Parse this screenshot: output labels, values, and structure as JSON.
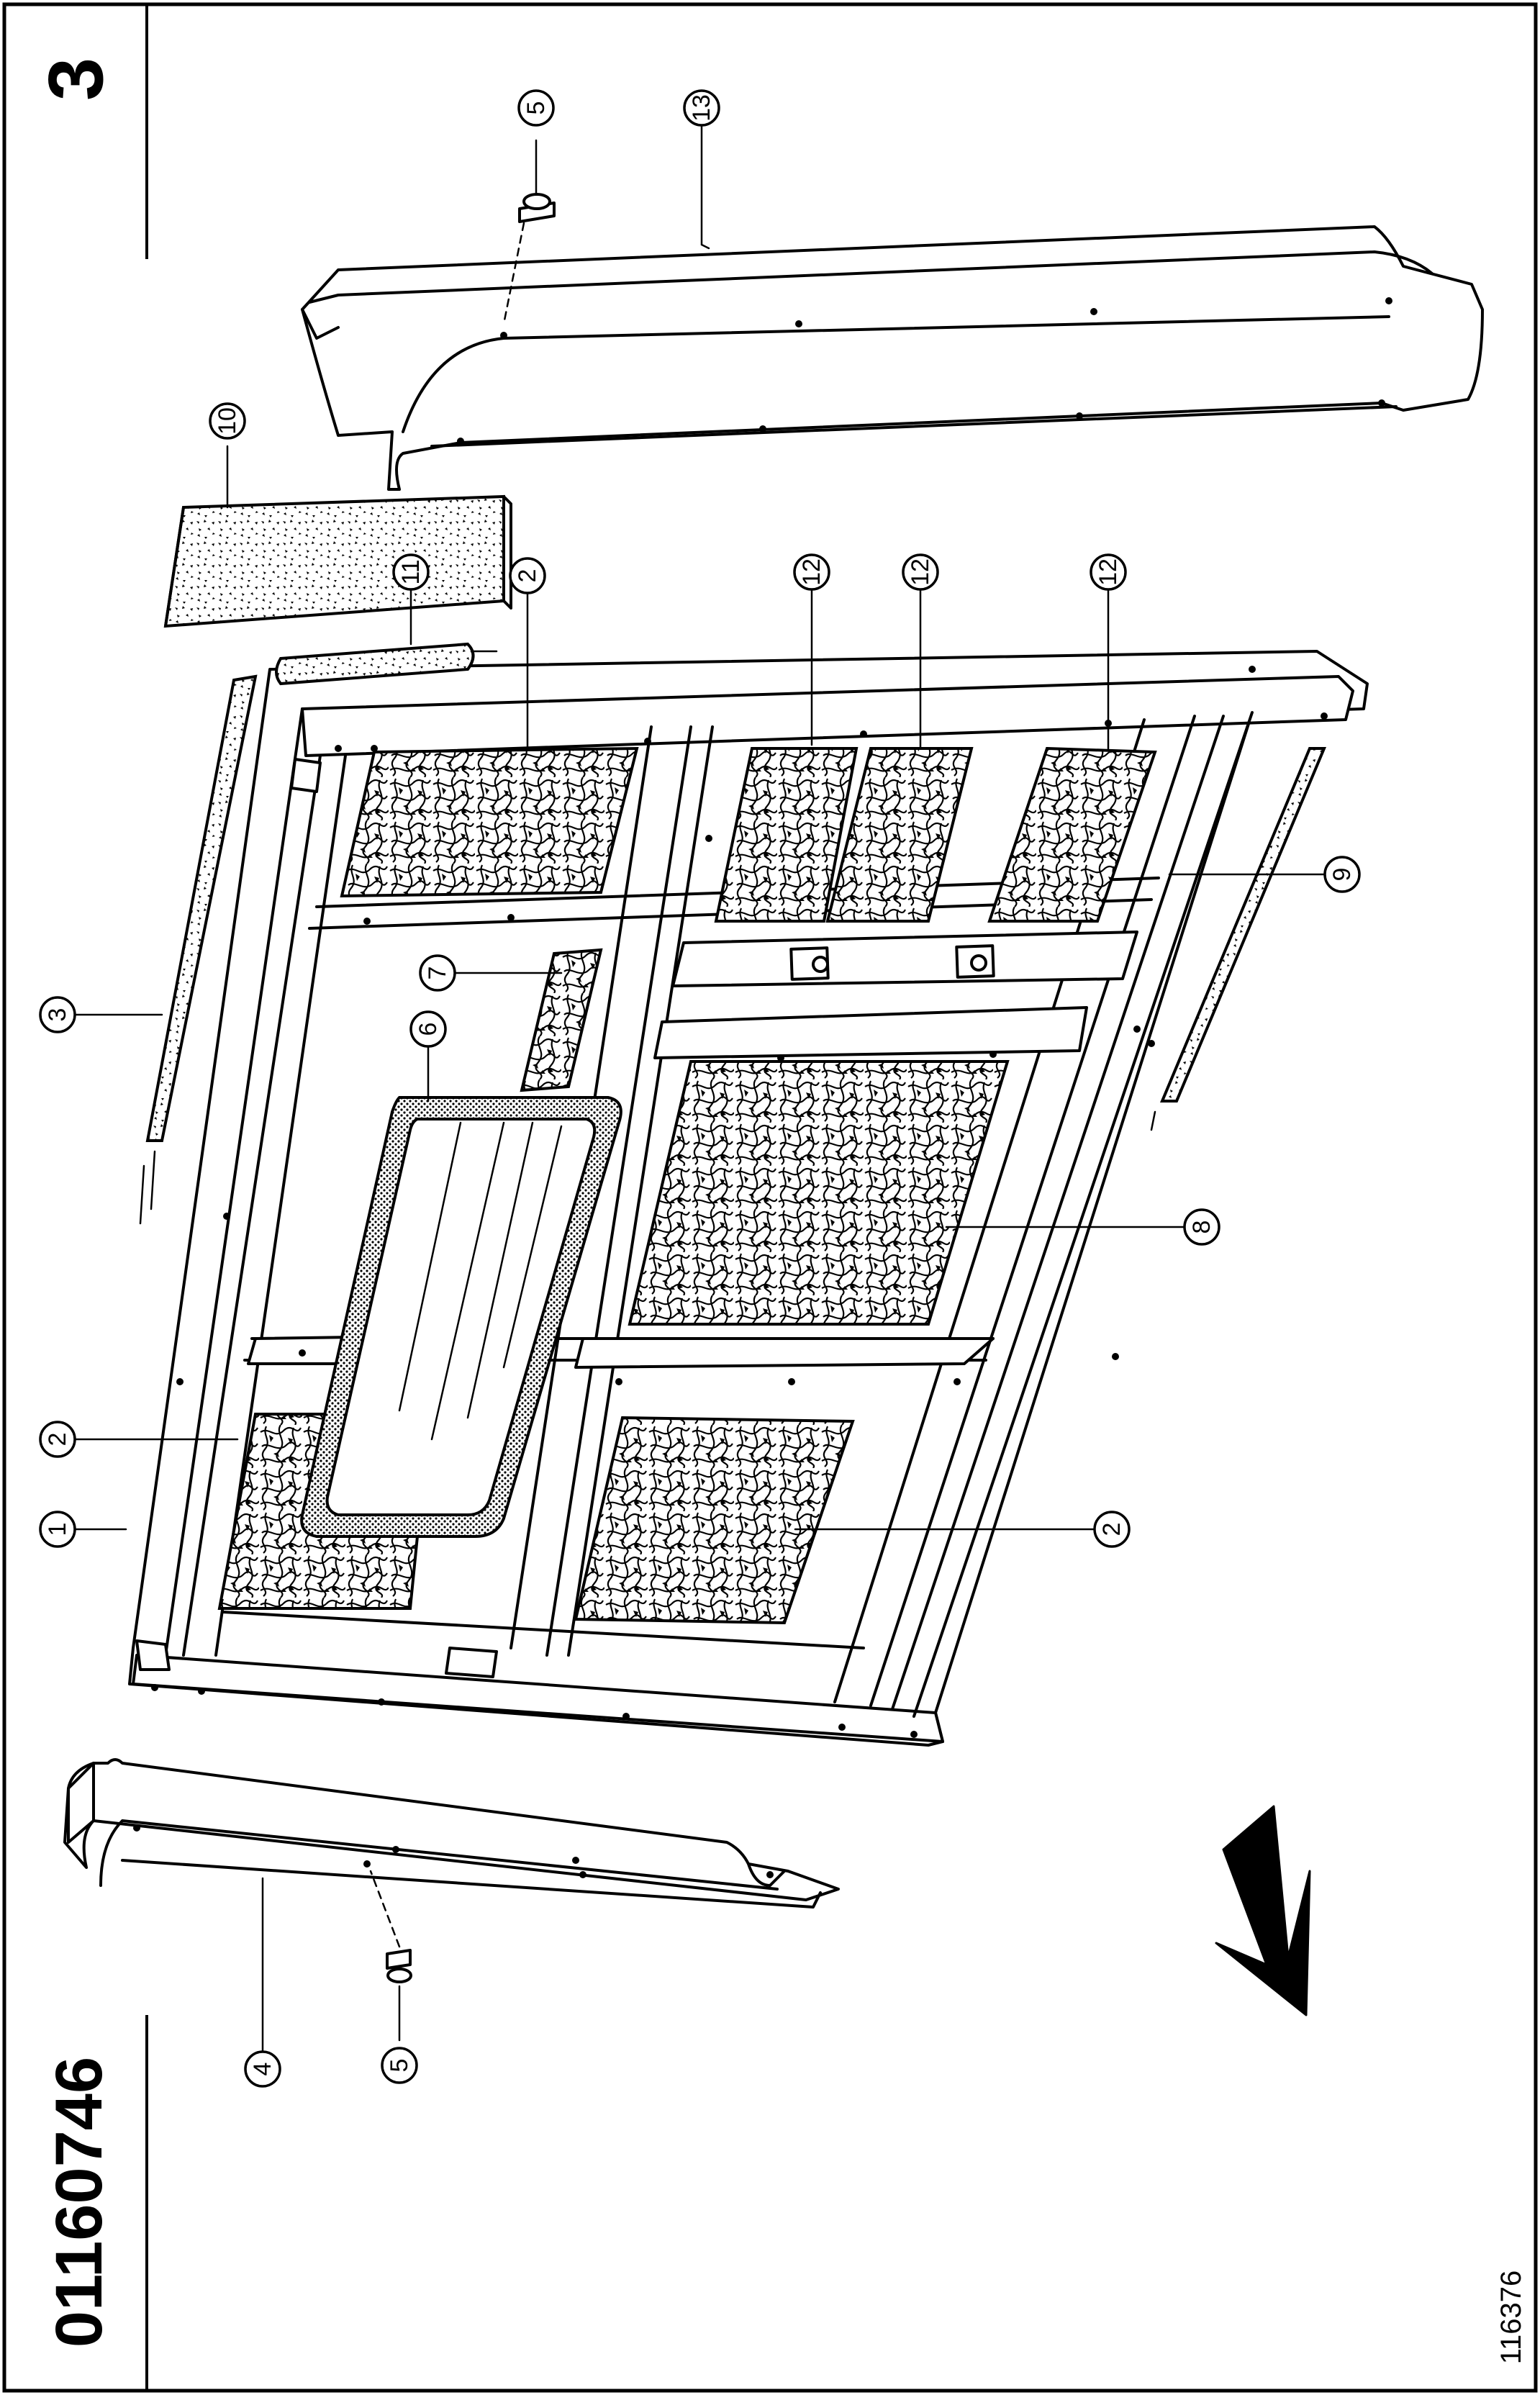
{
  "document": {
    "part_number": "01160746",
    "sheet_number": "3",
    "illustration_code": "116376"
  },
  "callouts": [
    {
      "id": "c1",
      "label": "1"
    },
    {
      "id": "c2a",
      "label": "2"
    },
    {
      "id": "c2b",
      "label": "2"
    },
    {
      "id": "c2c",
      "label": "2"
    },
    {
      "id": "c3",
      "label": "3"
    },
    {
      "id": "c4",
      "label": "4"
    },
    {
      "id": "c5a",
      "label": "5"
    },
    {
      "id": "c5b",
      "label": "5"
    },
    {
      "id": "c6",
      "label": "6"
    },
    {
      "id": "c7",
      "label": "7"
    },
    {
      "id": "c8",
      "label": "8"
    },
    {
      "id": "c9",
      "label": "9"
    },
    {
      "id": "c10",
      "label": "10"
    },
    {
      "id": "c11",
      "label": "11"
    },
    {
      "id": "c12a",
      "label": "12"
    },
    {
      "id": "c12b",
      "label": "12"
    },
    {
      "id": "c12c",
      "label": "12"
    },
    {
      "id": "c13",
      "label": "13"
    }
  ],
  "icons": [
    "direction-arrow-icon"
  ]
}
